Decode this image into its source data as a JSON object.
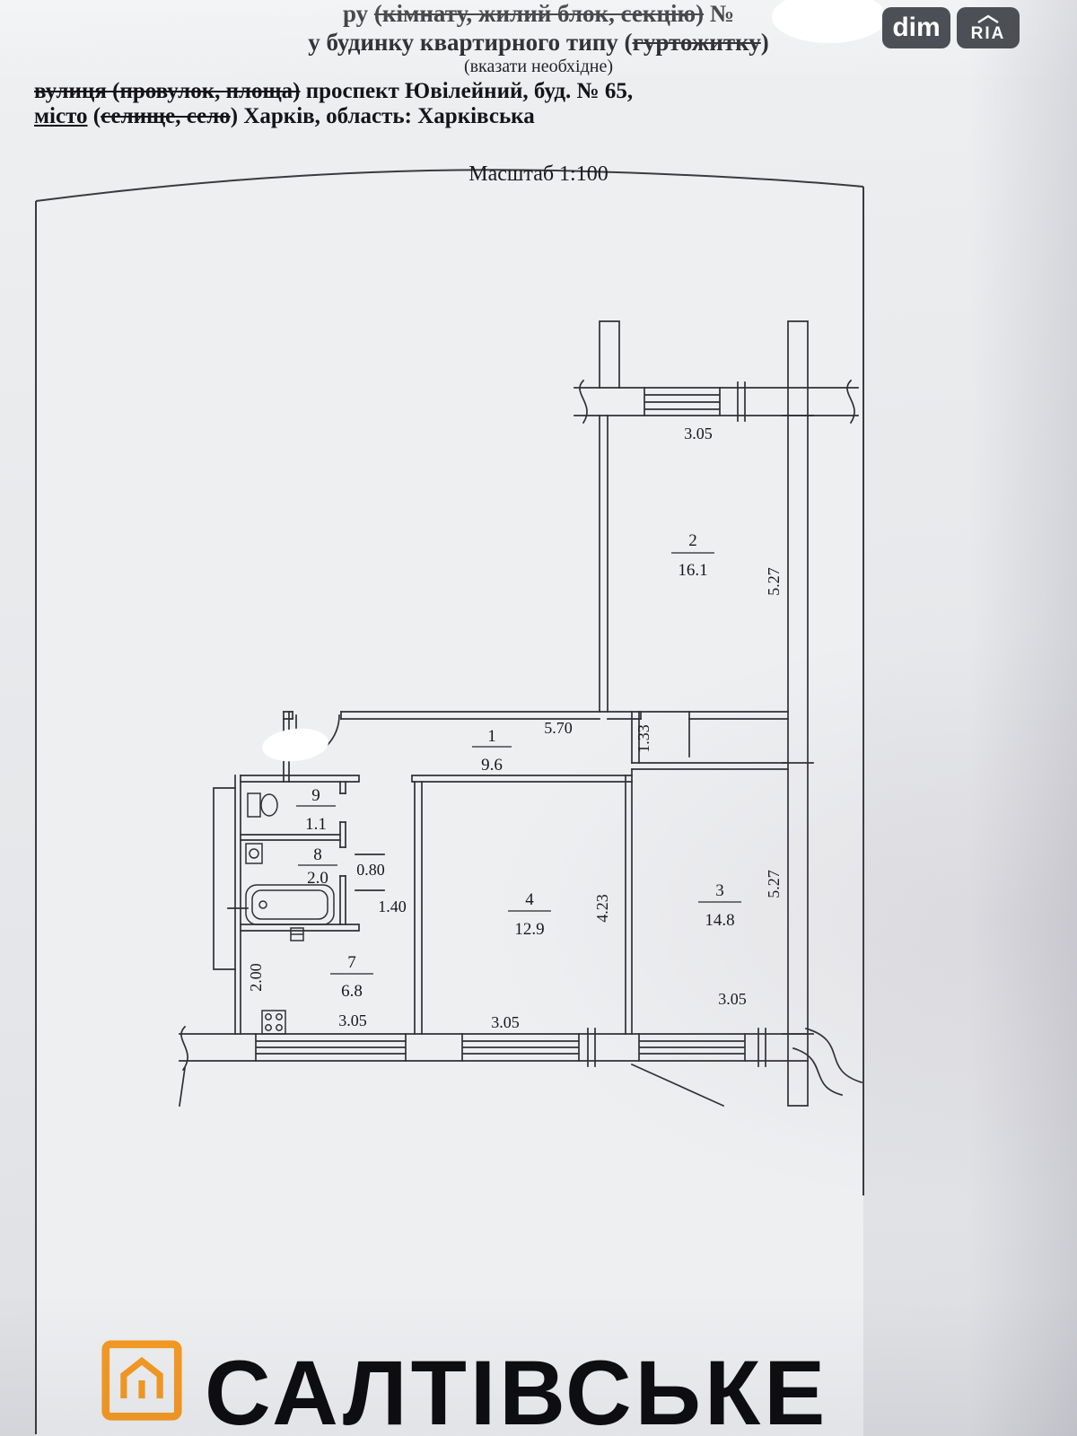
{
  "page": {
    "scale_label": "Масштаб 1:100"
  },
  "colors": {
    "brand_accent": "#f59a23",
    "badge_bg": "#3f4248",
    "ink": "#1c1c22"
  },
  "header": {
    "line1": {
      "a": "ру ",
      "b": "(кімнату, жилий блок, секцію)",
      "c": " №"
    },
    "line2": {
      "a": "у будинку квартирного типу (",
      "b": "гуртожитку",
      "c": ")"
    },
    "line3": {
      "a": "(вказати необхідне)"
    },
    "line4": {
      "a": "вулиця (провулок, площа)",
      "b": " проспект Ювілейний, буд. № 65,"
    },
    "line5": {
      "a": "місто",
      "b": " (",
      "c": "селище, село",
      "d": ") ",
      "e": "Харків, область:",
      "f": "  Харківська"
    }
  },
  "watermark": {
    "dim": "dim",
    "ria": "RIA"
  },
  "plan": {
    "rooms": {
      "r1": {
        "num": "1",
        "area": "9.6"
      },
      "r2": {
        "num": "2",
        "area": "16.1"
      },
      "r3": {
        "num": "3",
        "area": "14.8"
      },
      "r4": {
        "num": "4",
        "area": "12.9"
      },
      "r7": {
        "num": "7",
        "area": "6.8"
      },
      "r8": {
        "num": "8",
        "area": "2.0"
      },
      "r9": {
        "num": "9",
        "area": "1.1"
      }
    },
    "dims": {
      "room2_width": "3.05",
      "room2_height": "5.27",
      "hall_width": "5.70",
      "wall_offset": "1.33",
      "room3_height": "5.27",
      "door_width": "0.80",
      "opening_width": "1.40",
      "room4_depth": "4.23",
      "kitchen_width": "3.05",
      "room4_width": "3.05",
      "room3_width": "3.05",
      "kitchen_depth": "2.00"
    }
  },
  "brand": {
    "name": "САЛТІВСЬКЕ"
  }
}
